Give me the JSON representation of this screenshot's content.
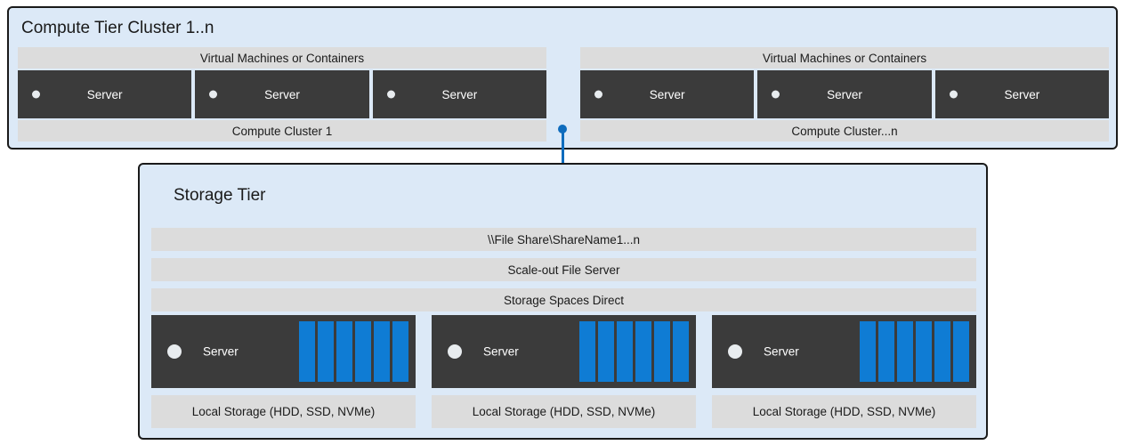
{
  "colors": {
    "tier_background": "#dce9f7",
    "tier_border": "#1a1a1a",
    "band_gray": "#dcdcdc",
    "server_dark": "#3b3b3b",
    "accent_blue": "#0f7cd4",
    "connector_blue": "#0f6cbd",
    "led_white": "#e8ecef"
  },
  "compute_tier": {
    "title": "Compute Tier Cluster 1..n",
    "groups": [
      {
        "top_band": "Virtual Machines or Containers",
        "bottom_band": "Compute Cluster 1",
        "servers": [
          {
            "label": "Server",
            "led": "status-led-icon"
          },
          {
            "label": "Server",
            "led": "status-led-icon"
          },
          {
            "label": "Server",
            "led": "status-led-icon"
          }
        ]
      },
      {
        "top_band": "Virtual Machines or Containers",
        "bottom_band": "Compute Cluster...n",
        "servers": [
          {
            "label": "Server",
            "led": "status-led-icon"
          },
          {
            "label": "Server",
            "led": "status-led-icon"
          },
          {
            "label": "Server",
            "led": "status-led-icon"
          }
        ]
      }
    ]
  },
  "connector": {
    "icon": "folder-icon",
    "line_style": "dot-ended-vertical-line"
  },
  "storage_tier": {
    "title": "Storage Tier",
    "bars": [
      "\\\\File Share\\ShareName1...n",
      "Scale-out File Server",
      "Storage Spaces Direct"
    ],
    "nodes": [
      {
        "label": "Server",
        "led": "status-led-icon",
        "footer": "Local Storage (HDD, SSD, NVMe)",
        "disk_count": 6
      },
      {
        "label": "Server",
        "led": "status-led-icon",
        "footer": "Local Storage (HDD, SSD, NVMe)",
        "disk_count": 6
      },
      {
        "label": "Server",
        "led": "status-led-icon",
        "footer": "Local Storage (HDD, SSD, NVMe)",
        "disk_count": 6
      }
    ]
  }
}
